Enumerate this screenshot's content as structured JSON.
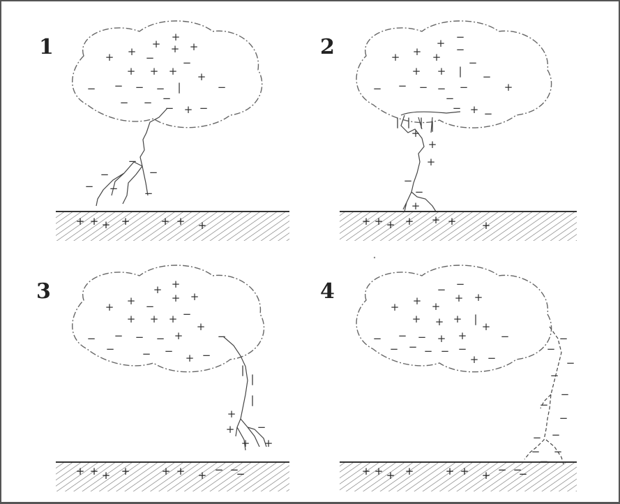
{
  "panels": [
    {
      "label": "1"
    },
    {
      "label": "2"
    },
    {
      "label": "3"
    },
    {
      "label": "4"
    }
  ],
  "colors": {
    "ink": "#333333",
    "hatch": "#555555",
    "cloud_outline": "#666666",
    "frame": "#555555"
  },
  "icons": {
    "cloud": "thundercloud-outline-icon",
    "ground": "hatched-ground-icon",
    "bolt": "lightning-leader-icon",
    "positive": "plus-sign-icon",
    "negative": "minus-sign-icon"
  }
}
